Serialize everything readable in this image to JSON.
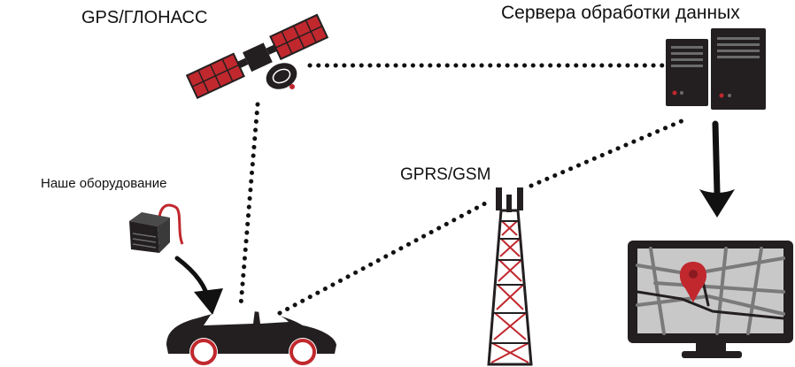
{
  "labels": {
    "gps": "GPS/ГЛОНАСС",
    "servers": "Сервера обработки данных",
    "equipment": "Наше оборудование",
    "network": "GPRS/GSM"
  },
  "colors": {
    "accent_red": "#c0282e",
    "dark": "#231f20",
    "dots": "#111111",
    "map_bg": "#c8c8c8",
    "map_road": "#7a7a7a"
  },
  "icons": [
    "satellite-icon",
    "server-icon",
    "tracker-device-icon",
    "cell-tower-icon",
    "car-icon",
    "monitor-map-icon",
    "map-pin-icon"
  ]
}
